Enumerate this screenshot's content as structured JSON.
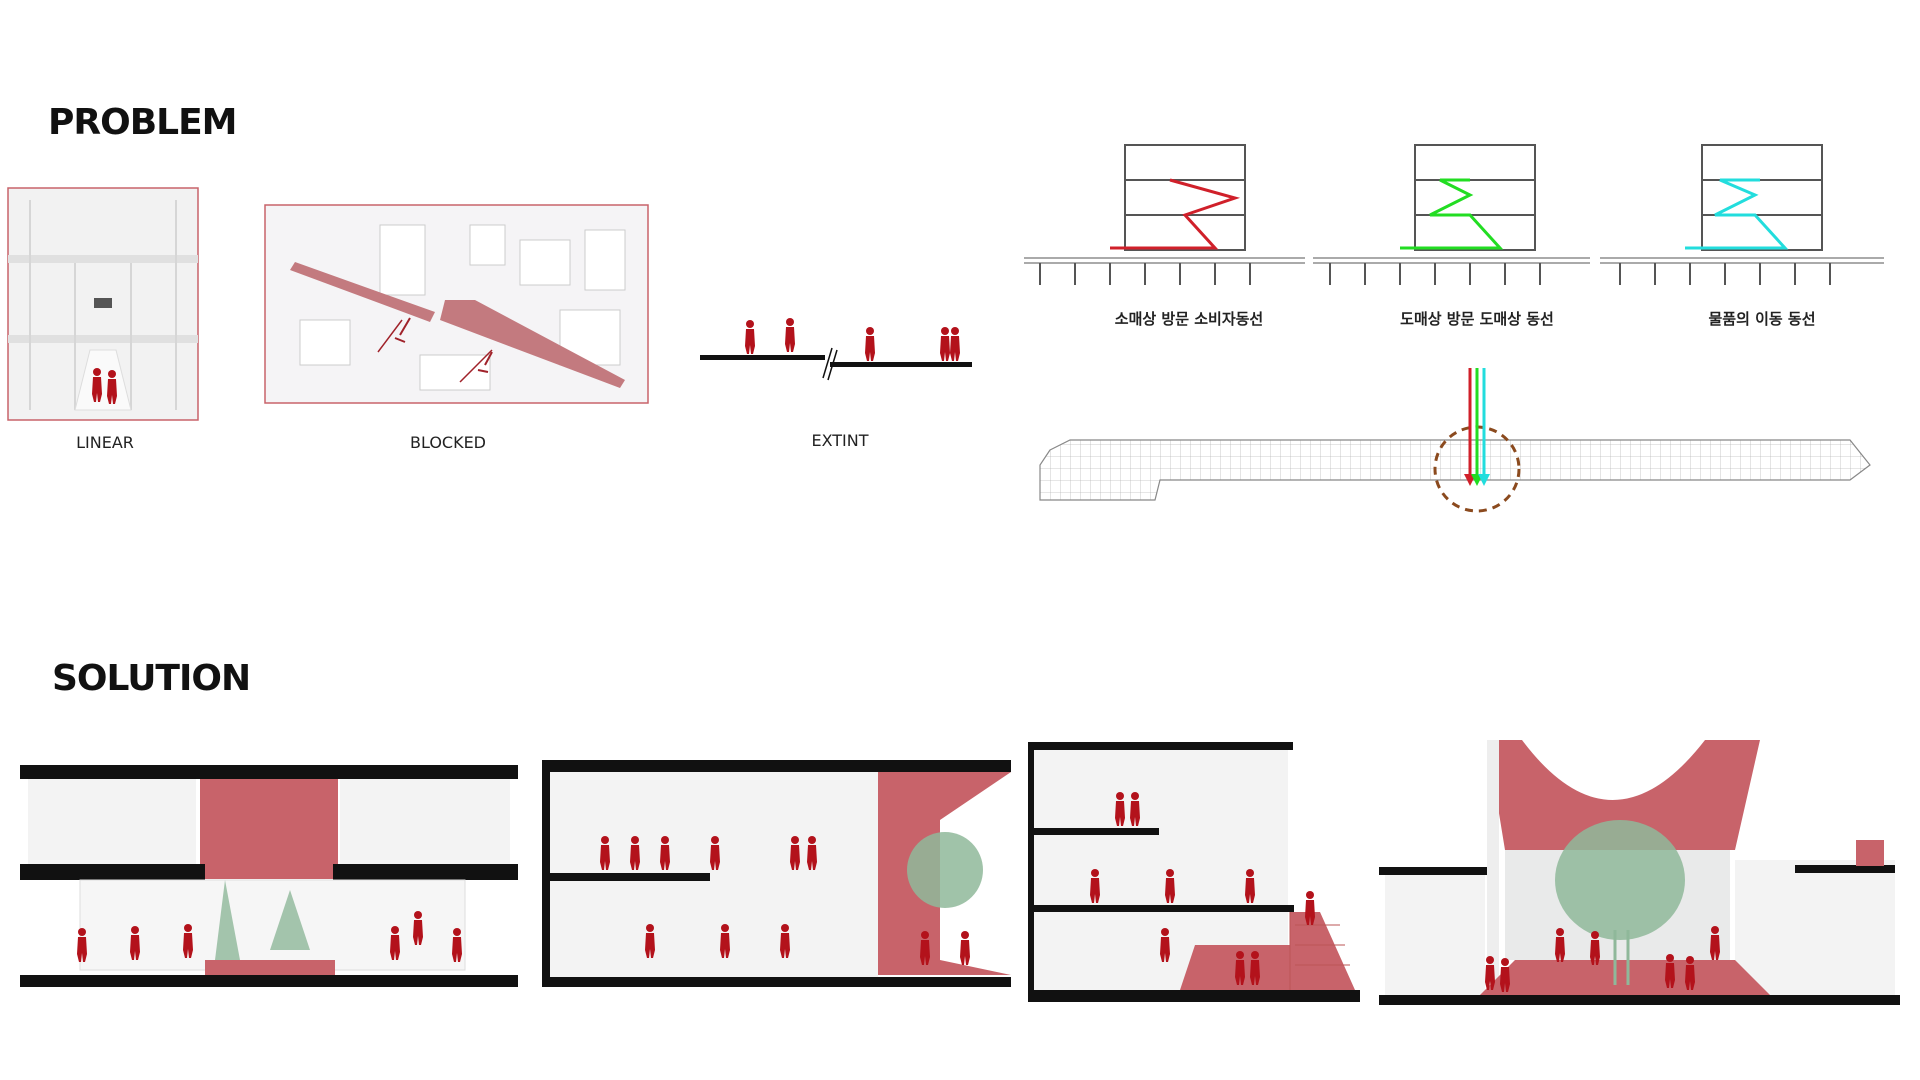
{
  "sections": {
    "problem": {
      "title": "PROBLEM",
      "panels": [
        {
          "label": "LINEAR"
        },
        {
          "label": "BLOCKED"
        },
        {
          "label": "EXTINT"
        }
      ],
      "circulation": [
        {
          "label": "소매상 방문 소비자동선",
          "color": "#d0202a"
        },
        {
          "label": "도매상 방문 도매상 동선",
          "color": "#22dd22"
        },
        {
          "label": "물품의 이동 동선",
          "color": "#22dddd"
        }
      ]
    },
    "solution": {
      "title": "SOLUTION"
    }
  },
  "colors": {
    "accent": "#c8636a",
    "figure": "#b3121b",
    "tree": "#8fb89a"
  }
}
